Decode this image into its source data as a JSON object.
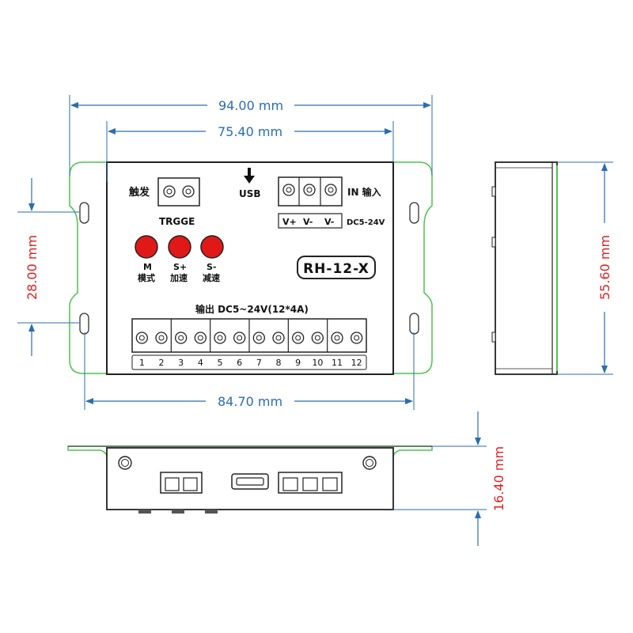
{
  "dimensions": {
    "overall_width": "94.00 mm",
    "body_width": "75.40 mm",
    "mount_hole_spacing": "84.70 mm",
    "mount_hole_vertical": "28.00 mm",
    "height": "55.60 mm",
    "depth": "16.40 mm"
  },
  "top_view": {
    "trigger_label": "触发",
    "trigger_sub": "TRGGE",
    "usb_label": "USB",
    "input_label": "IN 输入",
    "input_pins": [
      "V+",
      "V-",
      "V-"
    ],
    "input_voltage": "DC5-24V",
    "buttons": [
      {
        "key": "M",
        "name": "模式"
      },
      {
        "key": "S+",
        "name": "加速"
      },
      {
        "key": "S-",
        "name": "减速"
      }
    ],
    "model": "RH-12-X",
    "output_label": "输出 DC5~24V(12*4A)",
    "output_numbers": [
      "1",
      "2",
      "3",
      "4",
      "5",
      "6",
      "7",
      "8",
      "9",
      "10",
      "11",
      "12"
    ]
  },
  "colors": {
    "dimension_blue": "#2a6db0",
    "dimension_red": "#e02020",
    "flange_green": "#4cc44c",
    "button_red": "#e01818"
  }
}
